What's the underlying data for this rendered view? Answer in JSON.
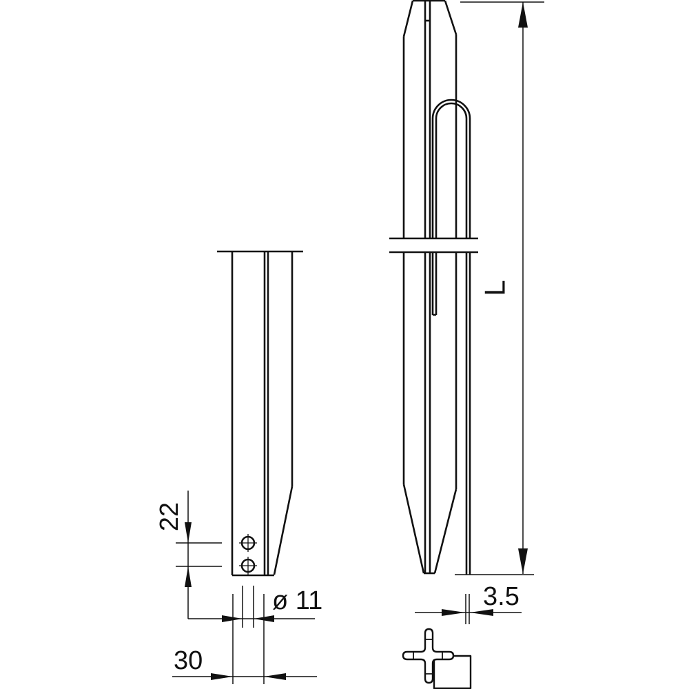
{
  "drawing": {
    "type": "technical-drawing-earth-rod",
    "background_color": "#ffffff",
    "line_color": "#111111"
  },
  "dims": {
    "hole_spacing": "22",
    "hole_diameter": "ø 11",
    "width": "30",
    "length": "L",
    "thickness": "3.5"
  }
}
